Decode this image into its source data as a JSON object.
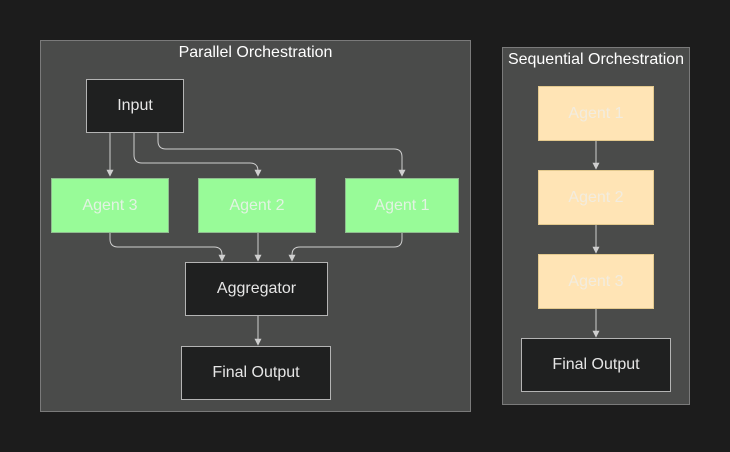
{
  "parallel": {
    "title": "Parallel Orchestration",
    "input": "Input",
    "agents": [
      "Agent 3",
      "Agent 2",
      "Agent 1"
    ],
    "aggregator": "Aggregator",
    "output": "Final Output"
  },
  "sequential": {
    "title": "Sequential Orchestration",
    "agents": [
      "Agent 1",
      "Agent 2",
      "Agent 3"
    ],
    "output": "Final Output"
  },
  "colors": {
    "page_background": "#1c1c1c",
    "cluster_fill": "#4a4b4a",
    "cluster_border": "#7a7a7a",
    "dark_node": "#1f2020",
    "parallel_agent_fill": "#98fb98",
    "sequential_agent_fill": "#ffe4b5",
    "edge": "#cfcfcf"
  }
}
